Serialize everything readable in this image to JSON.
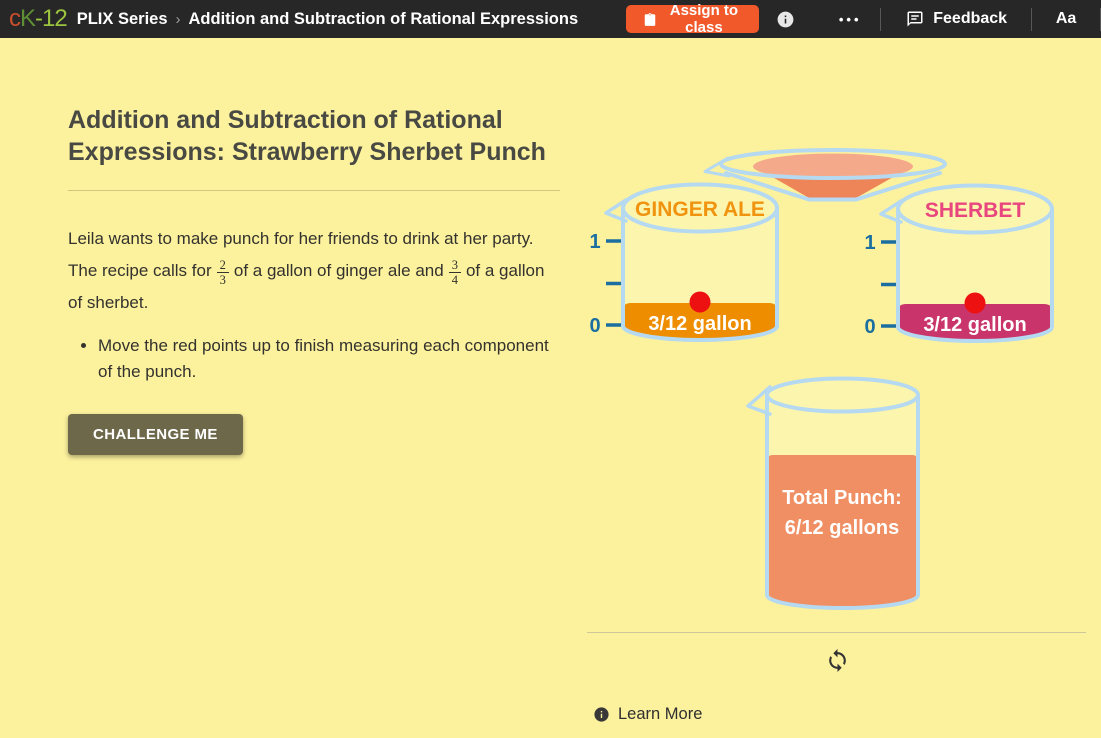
{
  "header": {
    "logo_c": "c",
    "logo_k": "K",
    "logo_num": "-12",
    "breadcrumb": "PLIX Series",
    "chevron": "›",
    "title": "Addition and Subtraction of Rational Expressions",
    "assign_button": "Assign to class",
    "dots_menu": "•••",
    "feedback_label": "Feedback",
    "text_size_label": "Aa",
    "accent_color": "#F1592B",
    "bar_color": "#272727"
  },
  "article": {
    "title": "Addition and Subtraction of Rational Expressions: Strawberry Sherbet Punch",
    "p_start": "Leila wants to make punch for her friends to drink at her party.  The recipe calls for",
    "frac1_num": "2",
    "frac1_den": "3",
    "p_mid": "of a gallon of ginger ale and",
    "frac2_num": "3",
    "frac2_den": "4",
    "p_end": "of a gallon of sherbet.",
    "bullet": "Move the red points up to finish measuring each component of the punch.",
    "challenge_button": "CHALLENGE ME"
  },
  "simulation": {
    "background_color": "#FCF19D",
    "outline_color": "#B5D9F0",
    "scale_color": "#1B6FA0",
    "point_color": "#EE1111",
    "ginger_ale": {
      "label": "GINGER ALE",
      "label_color": "#F0930F",
      "amount": "3/12 gallon",
      "liquid_color": "#EE8D00",
      "scale_top": "1",
      "scale_bottom": "0"
    },
    "sherbet": {
      "label": "SHERBET",
      "label_color": "#E8467F",
      "amount": "3/12 gallon",
      "liquid_color": "#C9356B",
      "scale_top": "1",
      "scale_bottom": "0"
    },
    "total": {
      "line1": "Total Punch:",
      "line2": "6/12 gallons",
      "liquid_color": "#EF8F63"
    },
    "funnel": {
      "surface_color": "#F5A98B",
      "body_color": "#EE8558"
    }
  },
  "footer": {
    "learn_more": "Learn More"
  }
}
